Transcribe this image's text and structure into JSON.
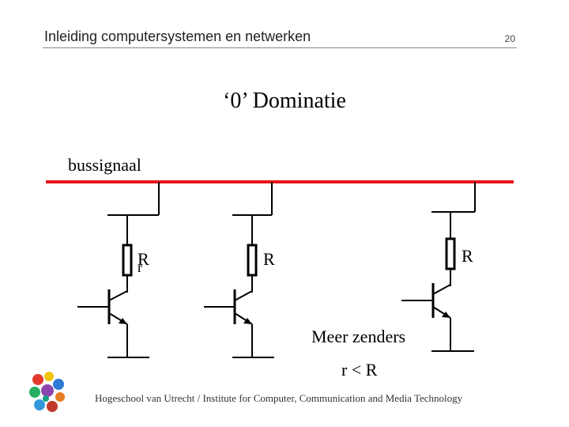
{
  "header": {
    "title": "Inleiding computersystemen en netwerken",
    "page_number": "20"
  },
  "slide": {
    "title": "‘0’ Dominatie",
    "bus_label": "bussignaal",
    "resistor_labels": [
      "R",
      "R",
      "R"
    ],
    "small_resistor_label": "r",
    "text_meer_zenders": "Meer zenders",
    "text_r_lt_R": "r < R"
  },
  "footer": {
    "text": "Hogeschool van Utrecht / Institute for Computer, Communication and Media Technology"
  },
  "colors": {
    "bus": "#e8141b",
    "wire": "#000000"
  }
}
